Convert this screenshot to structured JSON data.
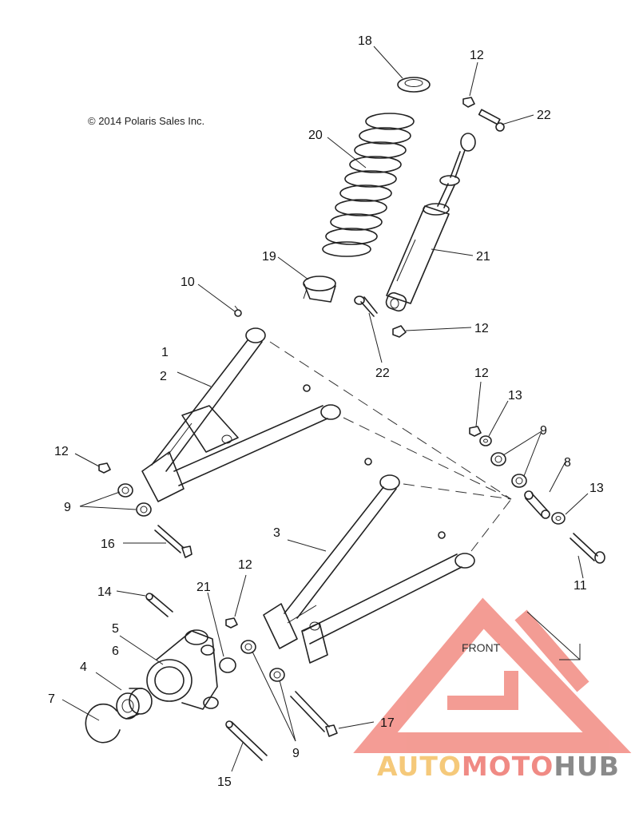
{
  "copyright": "© 2014 Polaris Sales Inc.",
  "front_label": "FRONT",
  "callouts": {
    "c1": "1",
    "c2": "2",
    "c3": "3",
    "c4": "4",
    "c5": "5",
    "c6": "6",
    "c7": "7",
    "c8": "8",
    "c9a": "9",
    "c9b": "9",
    "c9c": "9",
    "c10": "10",
    "c11": "11",
    "c12a": "12",
    "c12b": "12",
    "c12c": "12",
    "c12d": "12",
    "c12e": "12",
    "c13a": "13",
    "c13b": "13",
    "c14": "14",
    "c15": "15",
    "c16": "16",
    "c17": "17",
    "c18": "18",
    "c19": "19",
    "c20": "20",
    "c21a": "21",
    "c21b": "21",
    "c22a": "22",
    "c22b": "22"
  },
  "watermark": {
    "part1": "AUTO",
    "part2": "MOTO",
    "part3": "HUB",
    "color1": "#f5c97a",
    "color2": "#f08a84",
    "color3": "#8a8a8a",
    "logo_color": "#f28b82"
  }
}
